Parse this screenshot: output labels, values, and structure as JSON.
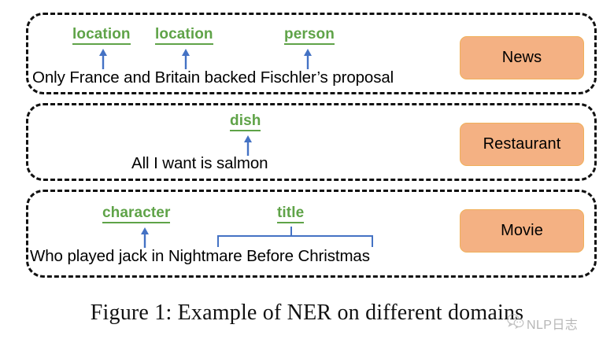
{
  "figure": {
    "caption": "Figure 1: Example of NER on different domains",
    "watermark_text": "NLP日志",
    "watermark_icon": "wechat-logo-icon",
    "colors": {
      "entity_tag_green": "#5FA348",
      "arrow_blue": "#4472C4",
      "badge_fill_orange": "#F4B183",
      "badge_border_orange": "#F0B05A",
      "panel_border": "#111111",
      "background": "#FFFFFF"
    }
  },
  "panels": [
    {
      "id": "news",
      "sentence": "Only France and Britain backed Fischler’s proposal",
      "badge_label": "News",
      "annotations": [
        {
          "label": "location",
          "marker": "arrow"
        },
        {
          "label": "location",
          "marker": "arrow"
        },
        {
          "label": "person",
          "marker": "arrow"
        }
      ]
    },
    {
      "id": "restaurant",
      "sentence": "All I want is salmon",
      "badge_label": "Restaurant",
      "annotations": [
        {
          "label": "dish",
          "marker": "arrow"
        }
      ]
    },
    {
      "id": "movie",
      "sentence": "Who played jack in Nightmare Before Christmas",
      "badge_label": "Movie",
      "annotations": [
        {
          "label": "character",
          "marker": "arrow"
        },
        {
          "label": "title",
          "marker": "bracket"
        }
      ]
    }
  ]
}
